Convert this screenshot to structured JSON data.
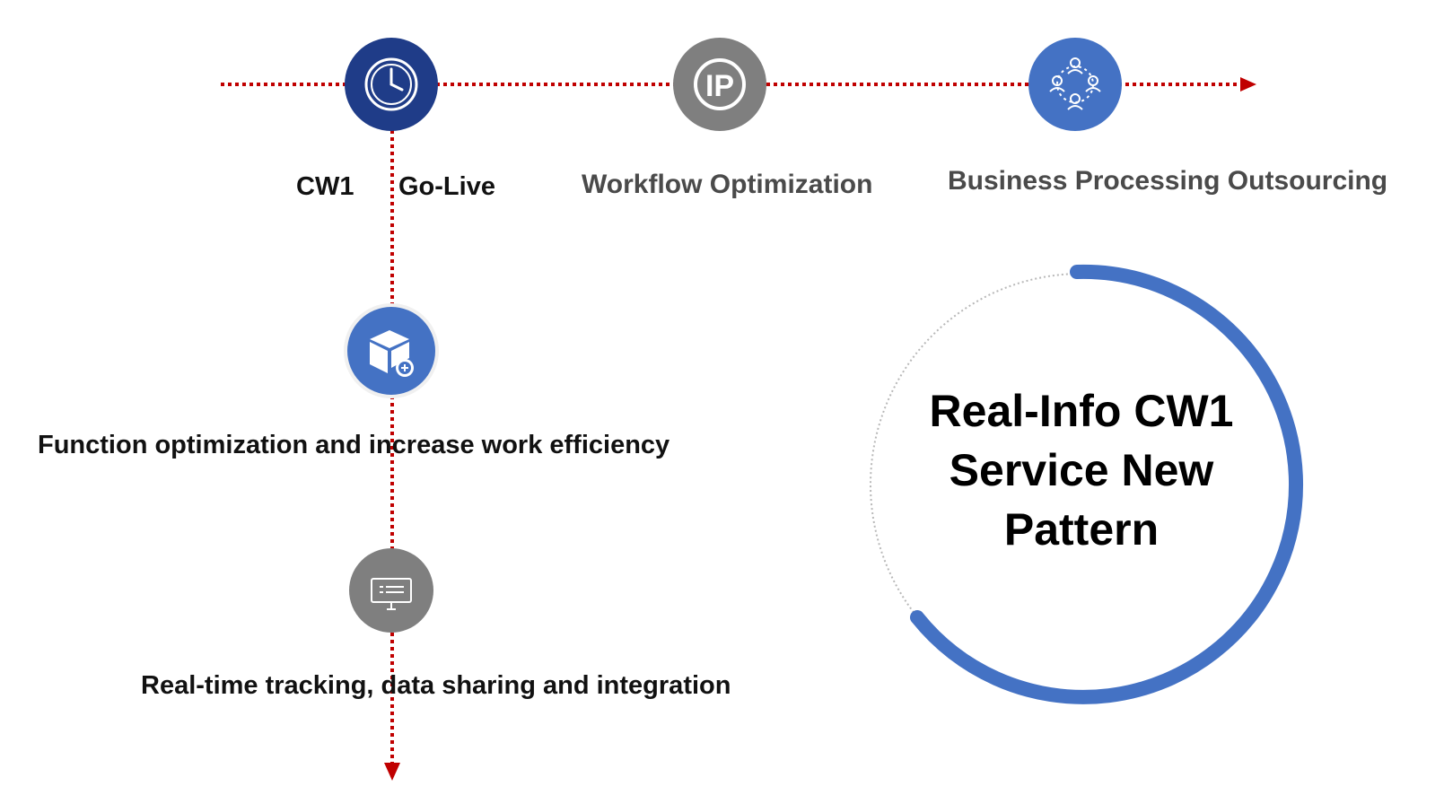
{
  "top_timeline": {
    "milestones": [
      {
        "label_left": "CW1",
        "label_right": "Go-Live",
        "icon": "clock-icon",
        "color": "#1f3c88"
      },
      {
        "label": "Workflow Optimization",
        "icon": "ip-icon",
        "color": "#7f7f7f"
      },
      {
        "label": "Business Processing Outsourcing",
        "icon": "people-network-icon",
        "color": "#4472c4"
      }
    ]
  },
  "vertical_timeline": {
    "items": [
      {
        "label": "Function optimization and increase work efficiency",
        "icon": "box-add-icon",
        "color": "#4472c4"
      },
      {
        "label": "Real-time tracking, data sharing and integration",
        "icon": "monitor-icon",
        "color": "#7f7f7f"
      }
    ]
  },
  "center_circle": {
    "title_lines": [
      "Real-Info CW1",
      "Service New",
      "Pattern"
    ],
    "ring_color": "#4472c4"
  },
  "colors": {
    "dotted_line": "#c00000",
    "dark_blue": "#1f3c88",
    "gray": "#7f7f7f",
    "blue": "#4472c4"
  }
}
